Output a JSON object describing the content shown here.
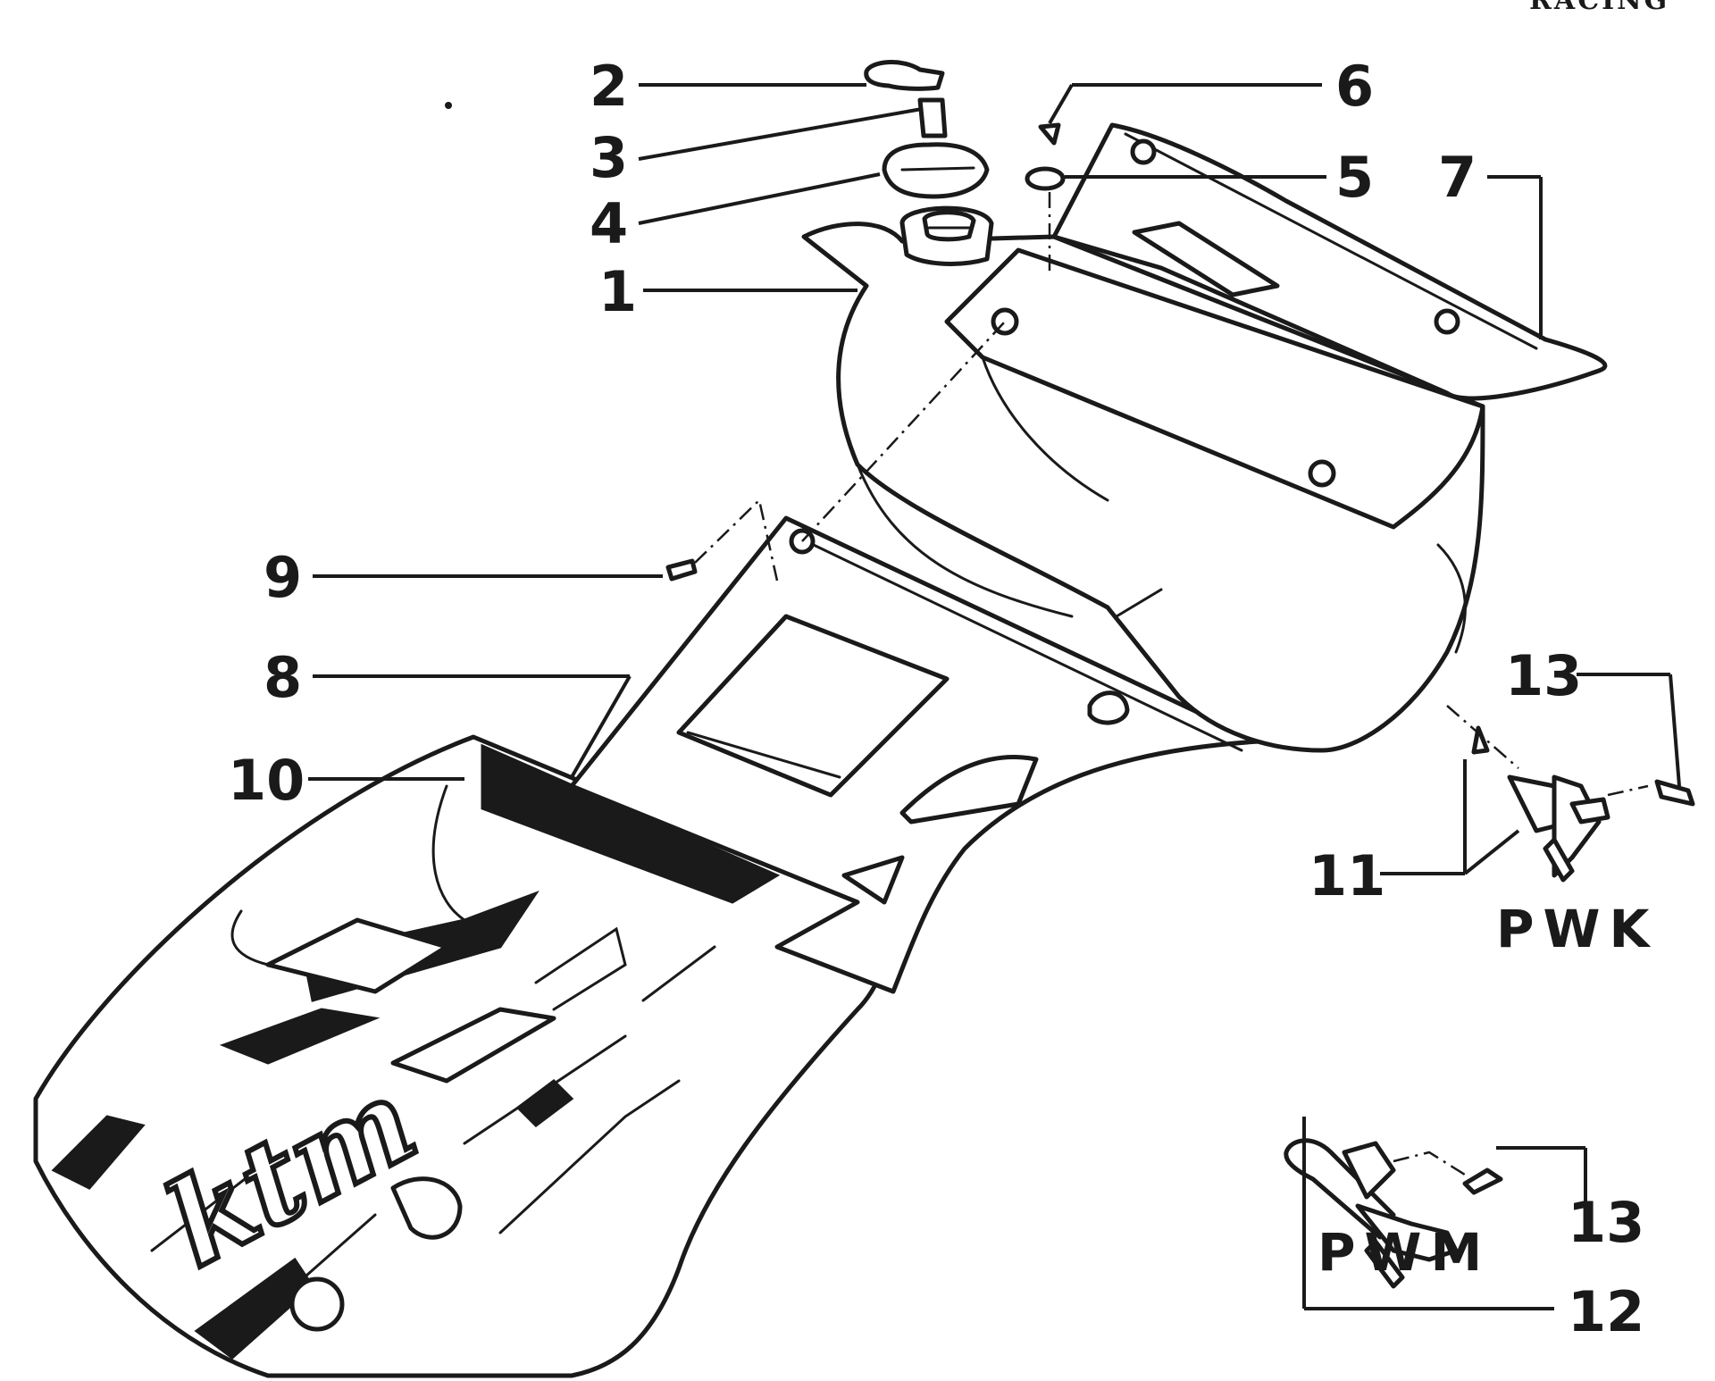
{
  "header": {
    "corner_text": "RACING"
  },
  "callouts": [
    {
      "id": "1",
      "text": "1"
    },
    {
      "id": "2",
      "text": "2"
    },
    {
      "id": "3",
      "text": "3"
    },
    {
      "id": "4",
      "text": "4"
    },
    {
      "id": "5",
      "text": "5"
    },
    {
      "id": "6",
      "text": "6"
    },
    {
      "id": "7",
      "text": "7"
    },
    {
      "id": "8",
      "text": "8"
    },
    {
      "id": "9",
      "text": "9"
    },
    {
      "id": "10",
      "text": "10"
    },
    {
      "id": "11",
      "text": "11"
    },
    {
      "id": "12",
      "text": "12"
    },
    {
      "id": "13a",
      "text": "13"
    },
    {
      "id": "13b",
      "text": "13"
    }
  ],
  "variants": {
    "pwk": "PWK",
    "pwm": "PWM"
  },
  "fender_logo": "ktm"
}
